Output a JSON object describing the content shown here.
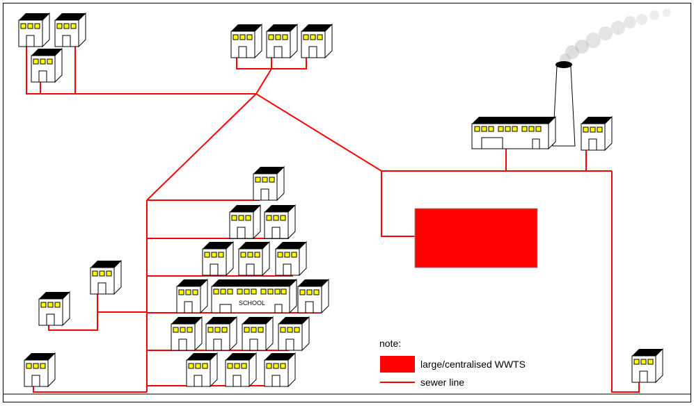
{
  "school": {
    "label": "SCHOOL"
  },
  "legend": {
    "title": "note:",
    "items": [
      {
        "kind": "box",
        "label": "large/centralised WWTS"
      },
      {
        "kind": "line",
        "label": "sewer line"
      }
    ]
  },
  "colors": {
    "sewer": "#ff0000",
    "wwts": "#ff0000",
    "building_front": "#ffffff",
    "roof": "#000000",
    "window": "#ffff00",
    "smoke": "#888888"
  }
}
